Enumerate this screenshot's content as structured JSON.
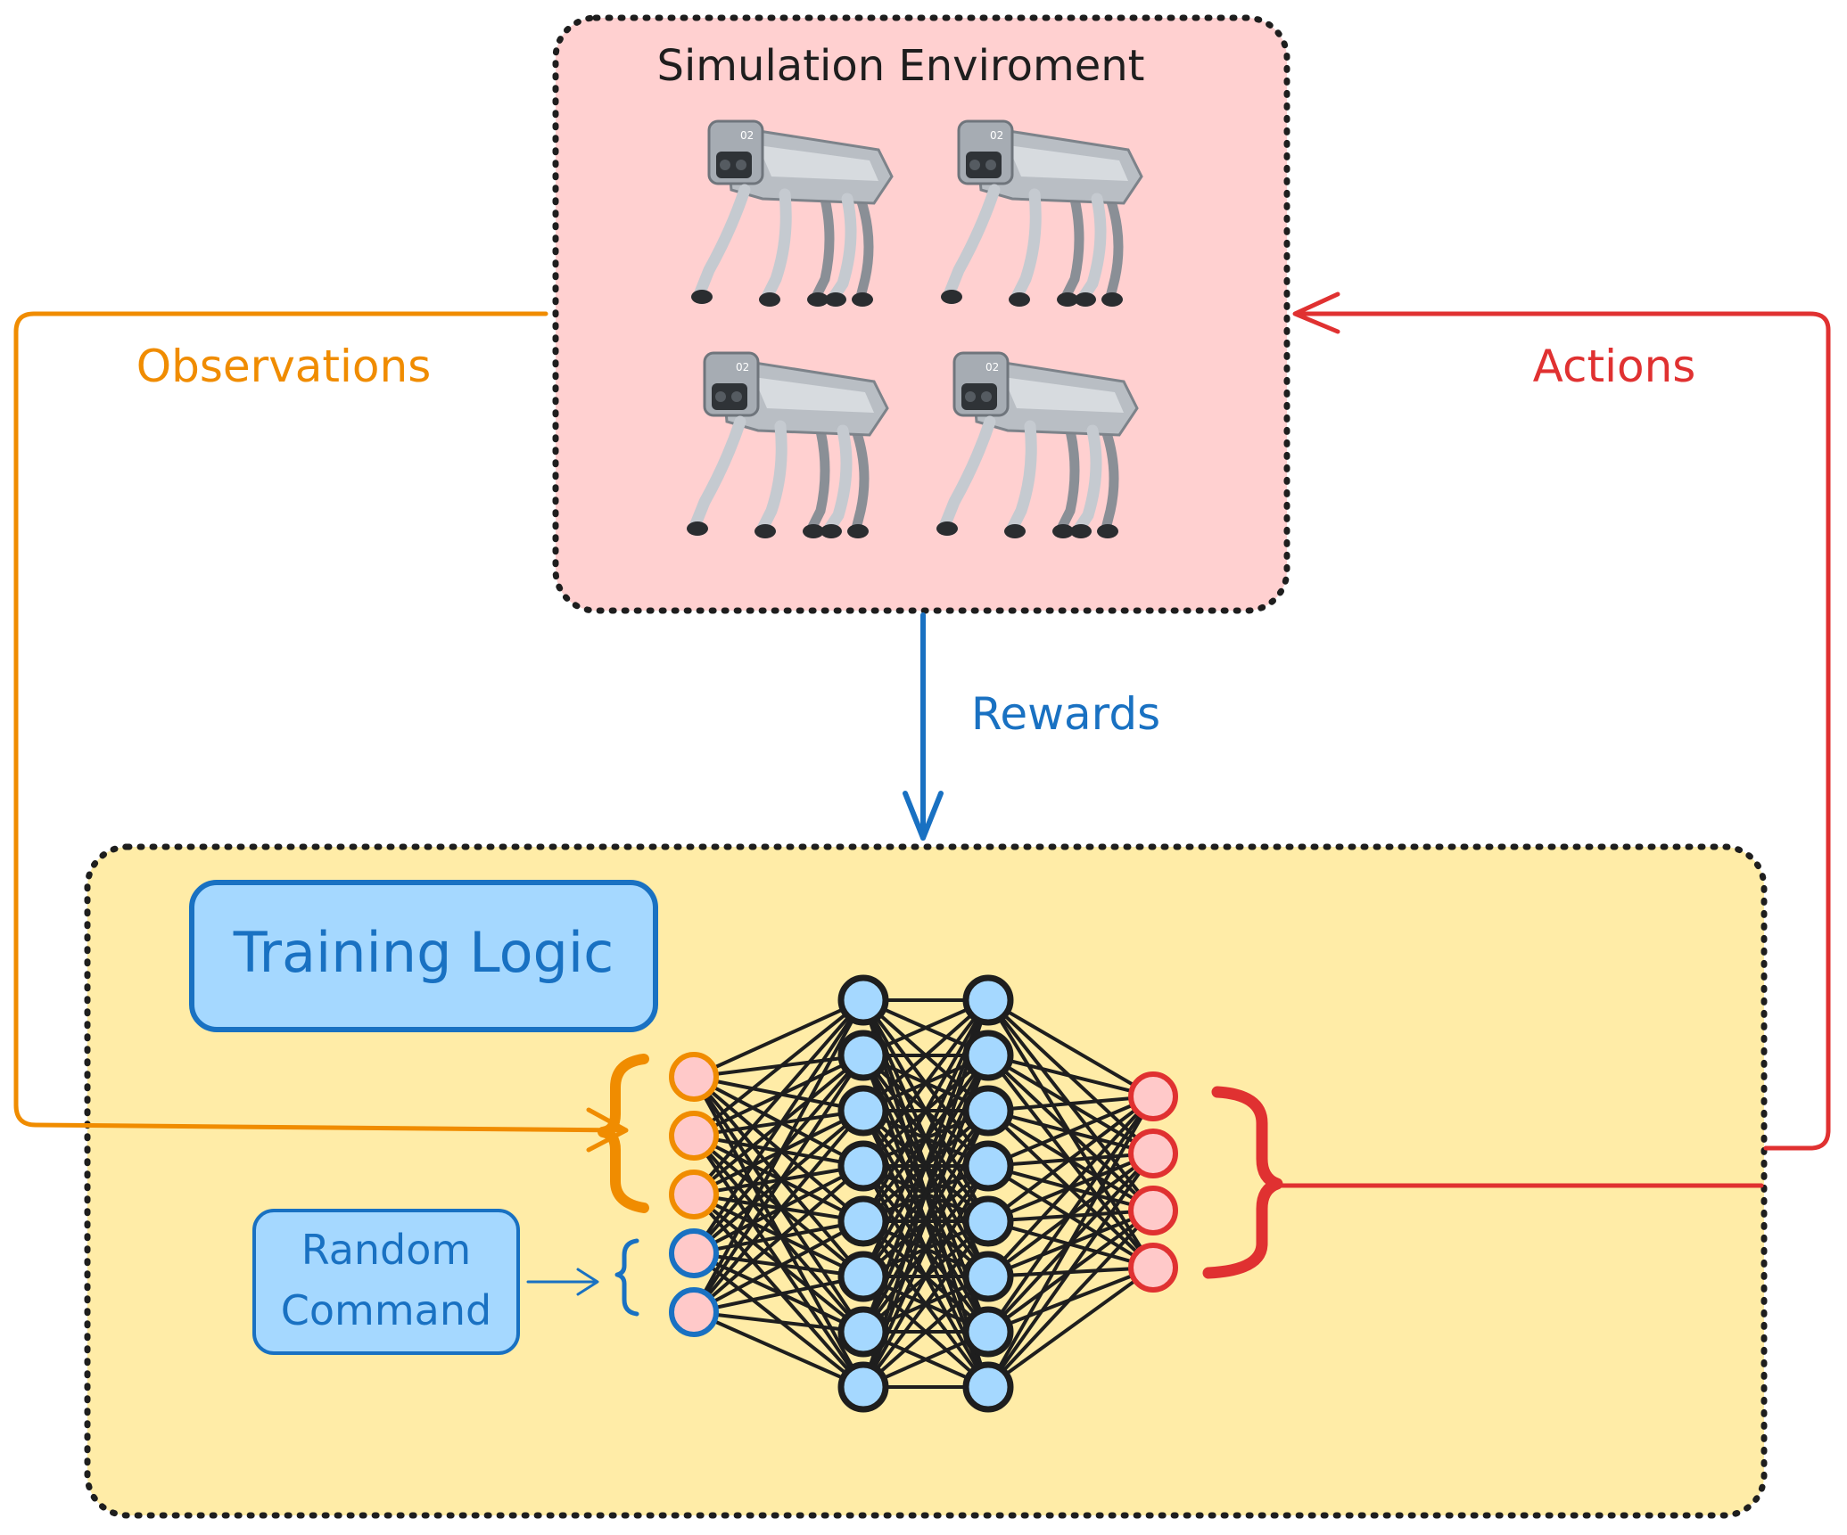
{
  "simulation": {
    "title": "Simulation Enviroment",
    "robot_count": 4,
    "robot_badge": "02"
  },
  "flows": {
    "observations": "Observations",
    "actions": "Actions",
    "rewards": "Rewards"
  },
  "training": {
    "title": "Training Logic",
    "random_command_line1": "Random",
    "random_command_line2": "Command"
  },
  "network": {
    "input_observation_nodes": 3,
    "input_command_nodes": 2,
    "hidden_layer_1_nodes": 8,
    "hidden_layer_2_nodes": 8,
    "output_nodes": 4
  },
  "colors": {
    "sim_fill": "#ffd0d0",
    "training_fill": "#ffeca7",
    "observations": "#f08c00",
    "actions": "#e03131",
    "rewards": "#1971c2",
    "node_fill": "#a5d8ff",
    "io_node_fill": "#ffc9c9",
    "label_box_fill": "#a5d8ff"
  }
}
